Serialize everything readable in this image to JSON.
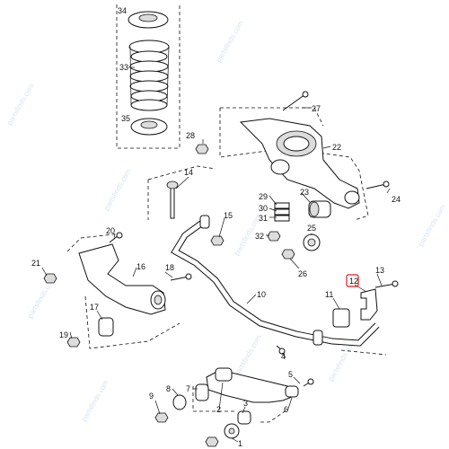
{
  "callouts": {
    "c34": "34",
    "c33": "33",
    "c35": "35",
    "c27": "27",
    "c28": "28",
    "c22": "22",
    "c14": "14",
    "c24": "24",
    "c29": "29",
    "c30": "30",
    "c31": "31",
    "c23": "23",
    "c15": "15",
    "c32": "32",
    "c25": "25",
    "c20": "20",
    "c26": "26",
    "c21": "21",
    "c16": "16",
    "c18": "18",
    "c13": "13",
    "c12": "12",
    "c11": "11",
    "c10": "10",
    "c17": "17",
    "c19": "19",
    "c4": "4",
    "c5": "5",
    "c9": "9",
    "c8": "8",
    "c7": "7",
    "c2": "2",
    "c3": "3",
    "c6": "6",
    "c1": "1"
  },
  "highlight": {
    "callout": "12",
    "color": "#e01b1b"
  },
  "watermark": "partsfinds.com"
}
